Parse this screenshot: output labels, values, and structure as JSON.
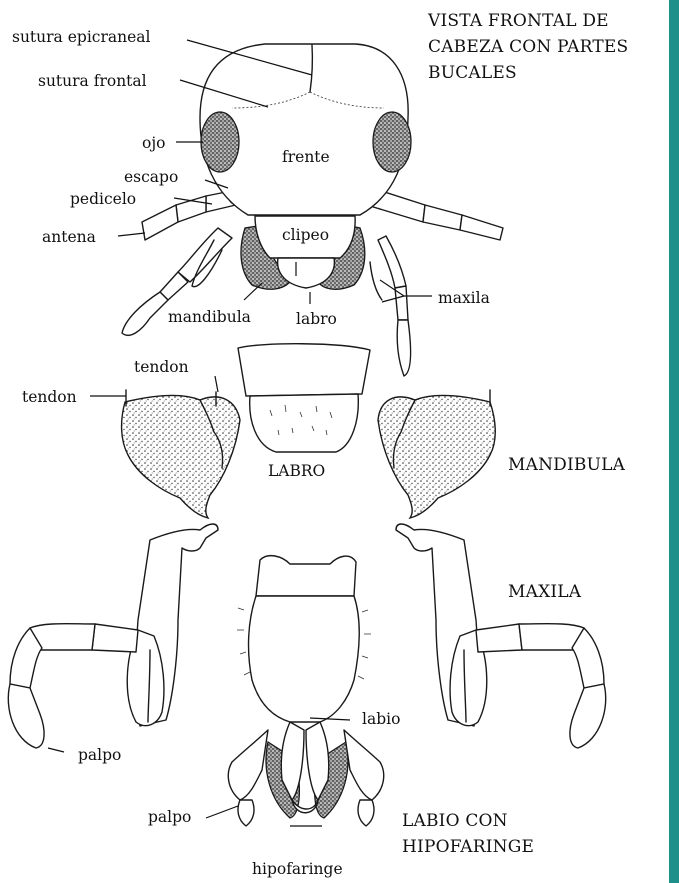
{
  "title": {
    "line1": "VISTA FRONTAL DE",
    "line2": "CABEZA CON PARTES",
    "line3": "BUCALES"
  },
  "head_labels": {
    "sutura_epicraneal": "sutura epicraneal",
    "sutura_frontal": "sutura frontal",
    "ojo": "ojo",
    "frente": "frente",
    "escapo": "escapo",
    "pedicelo": "pedicelo",
    "antena": "antena",
    "clipeo": "clipeo",
    "mandibula": "mandibula",
    "labro": "labro",
    "maxila": "maxila"
  },
  "parts_labels": {
    "tendon_upper": "tendon",
    "tendon_left": "tendon",
    "labro_caption": "LABRO",
    "mandibula_caption": "MANDIBULA",
    "maxila_caption": "MAXILA",
    "palpo_maxila": "palpo",
    "labio": "labio",
    "palpo_labio": "palpo",
    "labio_caption_line1": "LABIO CON",
    "labio_caption_line2": "HIPOFARINGE",
    "hipofaringe": "hipofaringe"
  },
  "colors": {
    "ink": "#1a1a1a",
    "paper": "#ffffff",
    "edge_bar": "#1f8f8a"
  }
}
